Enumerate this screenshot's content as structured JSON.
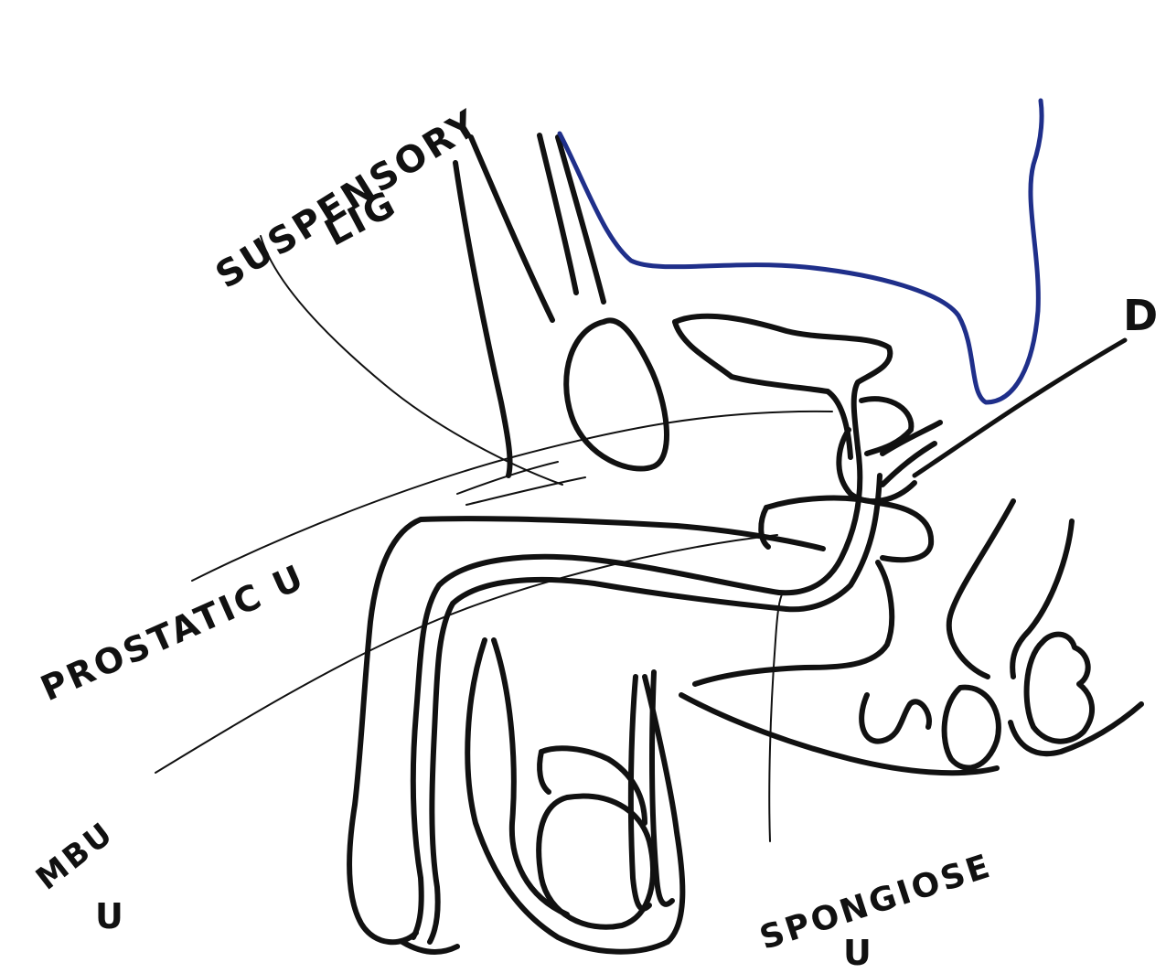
{
  "diagram": {
    "ink_color": "#111111",
    "accent_color": "#1f2f8a",
    "background": "#ffffff",
    "labels": {
      "suspensory_line1": "SUSPENSORY",
      "suspensory_line2": "LIG",
      "prostatic_line1": "PROSTATIC U",
      "mb_line1": "MBU",
      "mb_line2": "U",
      "spongiose_line1": "SPONGIOSE",
      "spongiose_line2": "U",
      "d_marker": "D"
    }
  }
}
